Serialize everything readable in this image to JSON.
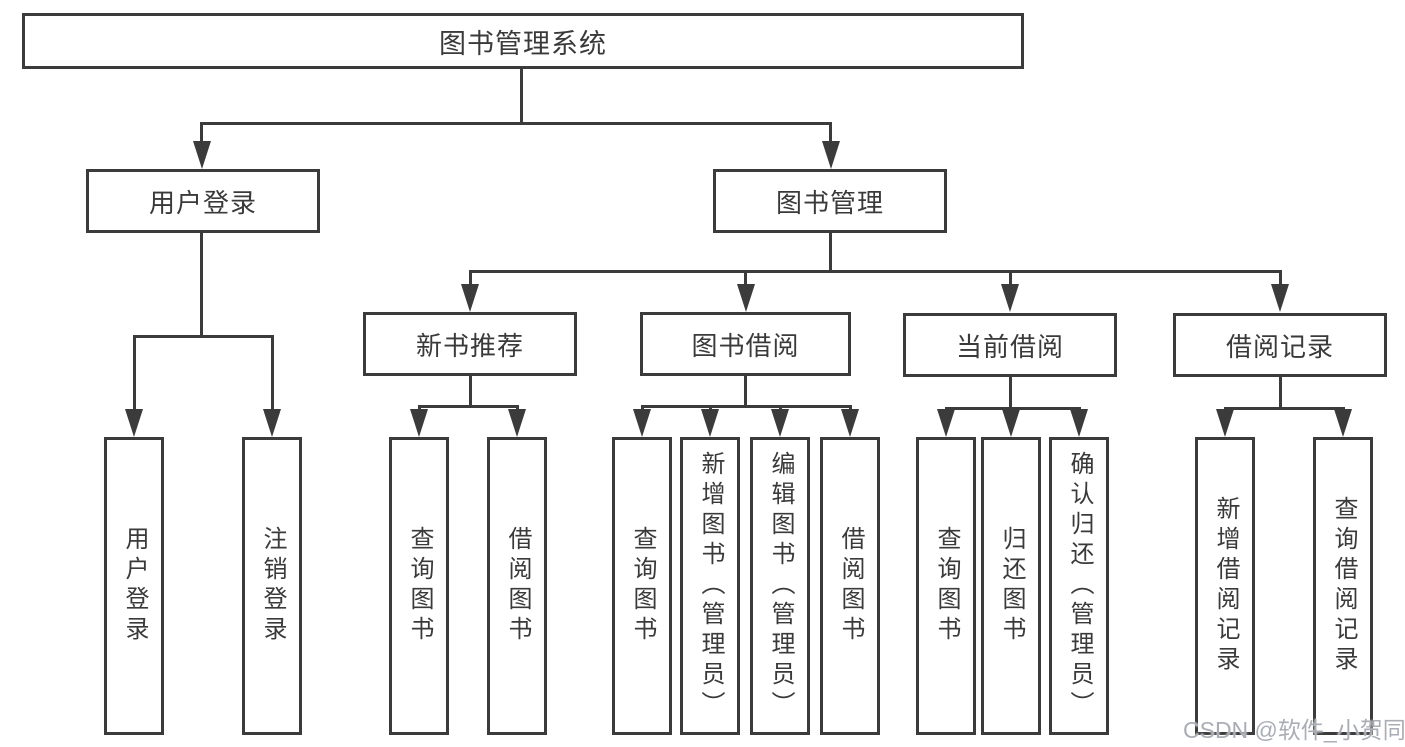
{
  "diagram": {
    "type": "hierarchy-tree",
    "orientation": "top-down",
    "colors": {
      "background": "#ffffff",
      "box_fill": "#ffffff",
      "box_border": "#3b3b3b",
      "line": "#3b3b3b",
      "text": "#3a3a3a",
      "watermark": "#a9aeb6"
    },
    "tree": {
      "label": "图书管理系统",
      "children": [
        {
          "label": "用户登录",
          "children": [
            {
              "label": "用户登录"
            },
            {
              "label": "注销登录"
            }
          ]
        },
        {
          "label": "图书管理",
          "children": [
            {
              "label": "新书推荐",
              "children": [
                {
                  "label": "查询图书"
                },
                {
                  "label": "借阅图书"
                }
              ]
            },
            {
              "label": "图书借阅",
              "children": [
                {
                  "label": "查询图书"
                },
                {
                  "label": "新增图书（管理员）"
                },
                {
                  "label": "编辑图书（管理员）"
                },
                {
                  "label": "借阅图书"
                }
              ]
            },
            {
              "label": "当前借阅",
              "children": [
                {
                  "label": "查询图书"
                },
                {
                  "label": "归还图书"
                },
                {
                  "label": "确认归还（管理员）"
                }
              ]
            },
            {
              "label": "借阅记录",
              "children": [
                {
                  "label": "新增借阅记录"
                },
                {
                  "label": "查询借阅记录"
                }
              ]
            }
          ]
        }
      ]
    },
    "watermark": {
      "text": "CSDN @软件_小贺同学"
    }
  }
}
